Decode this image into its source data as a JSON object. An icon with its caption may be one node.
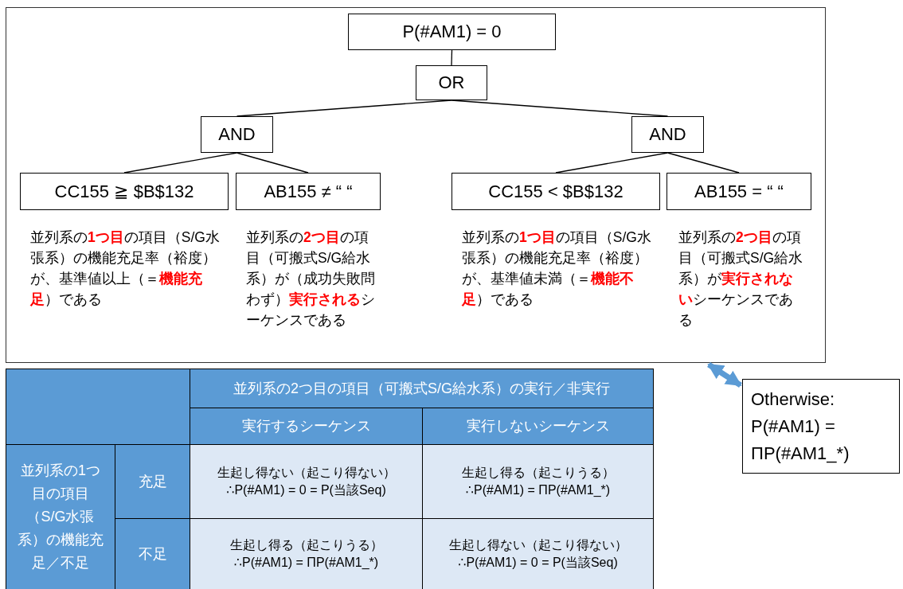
{
  "diagram": {
    "nodes": [
      {
        "text": [],
        "shape": "box"
      },
      {
        "text": [
          "P(#AM1) = 0"
        ],
        "in": 0
      },
      {
        "text": [
          "OR"
        ],
        "in": 0
      },
      {
        "text": [
          "AND"
        ],
        "in": 0
      },
      {
        "text": [
          "AND"
        ],
        "in": 0
      },
      {
        "text": [
          "CC155 ≧ $B$132"
        ],
        "in": 0,
        "beside": [
          "並列系の**1つ目**の項目（S/G水張系）の機能充足率（裕度）が、基準値以上（＝**機能充足**）である"
        ]
      },
      {
        "text": [
          "AB155 ≠ “ “"
        ],
        "in": 0,
        "beside": [
          "並列系の**2つ目**の項目（可搬式S/G給水系）が（成功失敗問わず）**実行される**シーケンスである"
        ]
      },
      {
        "text": [
          "CC155 < $B$132"
        ],
        "in": 0,
        "beside": [
          "並列系の**1つ目**の項目（S/G水張系）の機能充足率（裕度）が、基準値未満（＝**機能不足**）である"
        ]
      },
      {
        "text": [
          "AB155 = “ “"
        ],
        "in": 0,
        "beside": [
          "並列系の**2つ目**の項目（可搬式S/G給水系）が**実行されない**シーケンスである"
        ]
      },
      {
        "text": [
          "Otherwise: P(#AM1) = ΠP(#AM1_*)"
        ]
      }
    ],
    "edges": [
      {
        "from": 1,
        "to": 2,
        "arrow": "none"
      },
      {
        "from": 2,
        "to": 3,
        "arrow": "none"
      },
      {
        "from": 2,
        "to": 4,
        "arrow": "none"
      },
      {
        "from": 3,
        "to": 5,
        "arrow": "none"
      },
      {
        "from": 3,
        "to": 6,
        "arrow": "none"
      },
      {
        "from": 4,
        "to": 7,
        "arrow": "none"
      },
      {
        "from": 4,
        "to": 8,
        "arrow": "none"
      },
      {
        "from": 0,
        "to": 9,
        "arrow": "both",
        "style": "thick",
        "color": "#5b9bd5"
      }
    ],
    "labels": [
      "並列系の2つ目の項目（可搬式S/G給水系）の実行／非実行",
      "実行するシーケンス",
      "実行しないシーケンス",
      "並列系の1つ目の項目（S/G水張系）の機能充足／不足",
      "充足",
      "生起し得ない（起こり得ない）",
      "∴P(#AM1) = 0 = P(当該Seq)",
      "生起し得る（起こりうる）",
      "∴P(#AM1) = ΠP(#AM1_*)",
      "不足",
      "生起し得る（起こりうる）",
      "∴P(#AM1) = ΠP(#AM1_*)",
      "生起し得ない（起こり得ない）",
      "∴P(#AM1) = 0 = P(当該Seq)"
    ]
  }
}
